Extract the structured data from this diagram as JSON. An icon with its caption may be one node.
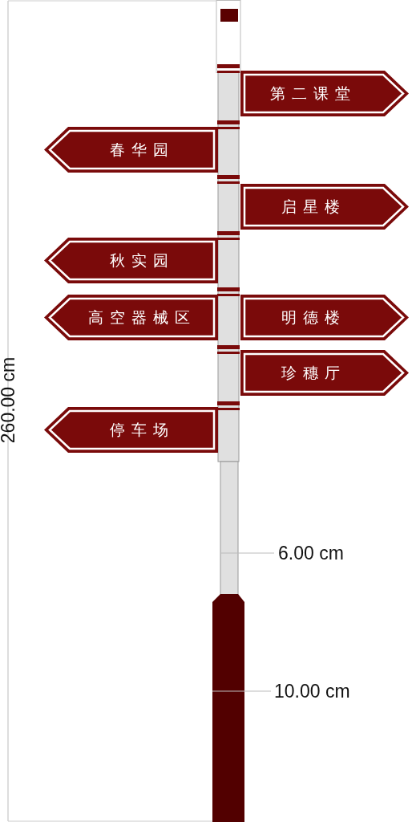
{
  "diagram": {
    "nodes": [
      {
        "text": [
          "第二课堂"
        ]
      },
      {
        "text": [
          "春华园"
        ]
      },
      {
        "text": [
          "启星楼"
        ]
      },
      {
        "text": [
          "秋实园"
        ]
      },
      {
        "text": [
          "高空器械区"
        ]
      },
      {
        "text": [
          "明德楼"
        ]
      },
      {
        "text": [
          "珍穗厅"
        ]
      },
      {
        "text": [
          "停车场"
        ]
      }
    ],
    "labels": [
      "260.00 cm",
      "6.00 cm",
      "10.00 cm"
    ]
  }
}
